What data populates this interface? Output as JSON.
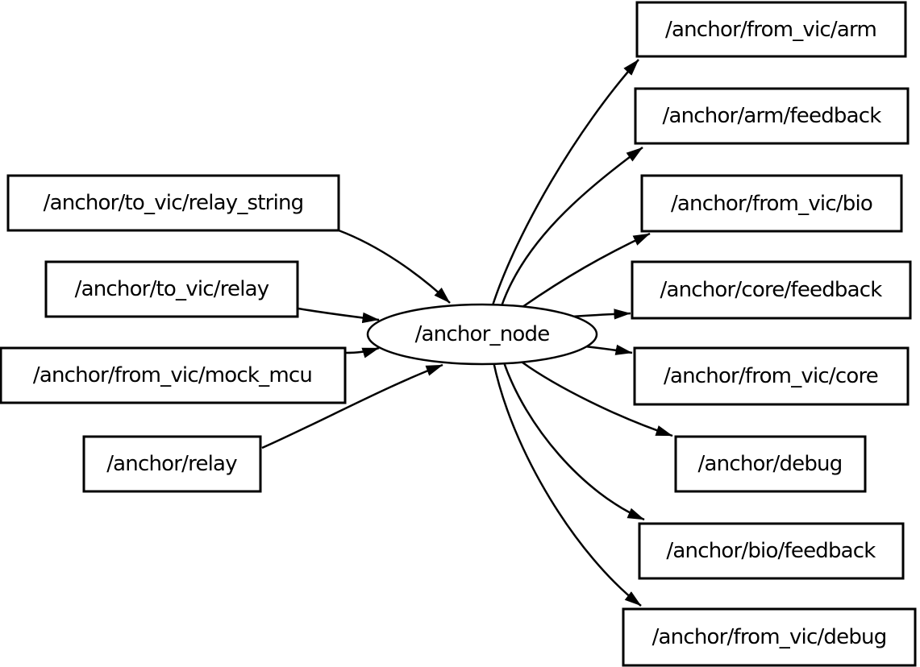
{
  "graph": {
    "center_node": {
      "label": "/anchor_node",
      "shape": "ellipse"
    },
    "subscribed_topics": [
      {
        "label": "/anchor/to_vic/relay_string"
      },
      {
        "label": "/anchor/to_vic/relay"
      },
      {
        "label": "/anchor/from_vic/mock_mcu"
      },
      {
        "label": "/anchor/relay"
      }
    ],
    "published_topics": [
      {
        "label": "/anchor/from_vic/arm"
      },
      {
        "label": "/anchor/arm/feedback"
      },
      {
        "label": "/anchor/from_vic/bio"
      },
      {
        "label": "/anchor/core/feedback"
      },
      {
        "label": "/anchor/from_vic/core"
      },
      {
        "label": "/anchor/debug"
      },
      {
        "label": "/anchor/bio/feedback"
      },
      {
        "label": "/anchor/from_vic/debug"
      }
    ],
    "edges": [
      {
        "from": "/anchor/to_vic/relay_string",
        "to": "/anchor_node"
      },
      {
        "from": "/anchor/to_vic/relay",
        "to": "/anchor_node"
      },
      {
        "from": "/anchor/from_vic/mock_mcu",
        "to": "/anchor_node"
      },
      {
        "from": "/anchor/relay",
        "to": "/anchor_node"
      },
      {
        "from": "/anchor_node",
        "to": "/anchor/from_vic/arm"
      },
      {
        "from": "/anchor_node",
        "to": "/anchor/arm/feedback"
      },
      {
        "from": "/anchor_node",
        "to": "/anchor/from_vic/bio"
      },
      {
        "from": "/anchor_node",
        "to": "/anchor/core/feedback"
      },
      {
        "from": "/anchor_node",
        "to": "/anchor/from_vic/core"
      },
      {
        "from": "/anchor_node",
        "to": "/anchor/debug"
      },
      {
        "from": "/anchor_node",
        "to": "/anchor/bio/feedback"
      },
      {
        "from": "/anchor_node",
        "to": "/anchor/from_vic/debug"
      }
    ],
    "colors": {
      "background": "#ffffff",
      "node_fill": "#ffffff",
      "node_stroke": "#000000",
      "edge": "#000000",
      "text": "#000000"
    }
  }
}
